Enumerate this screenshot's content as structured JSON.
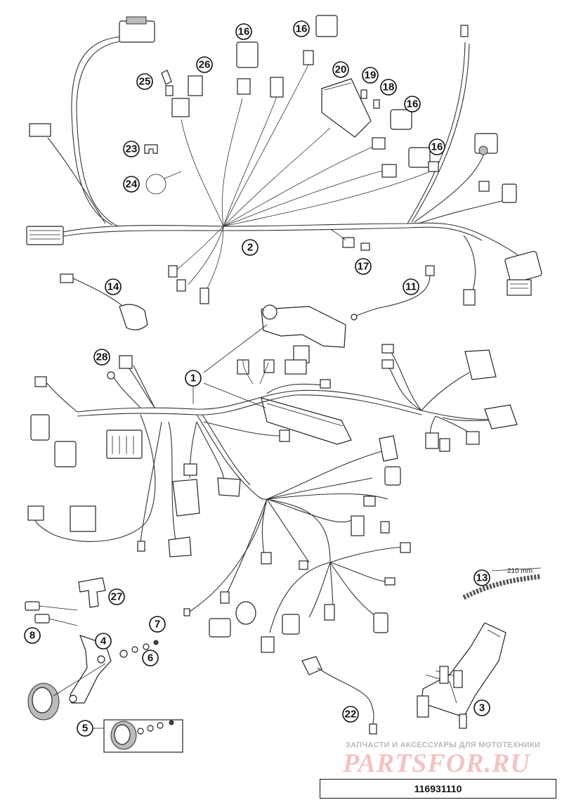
{
  "drawing_number": "116931110",
  "watermark": {
    "caption": "ЗАПЧАСТИ И АКСЕССУАРЫ ДЛЯ МОТОТЕХНИКИ",
    "logo": "PARTSFOR.RU"
  },
  "callouts": [
    "1",
    "2",
    "3",
    "4",
    "5",
    "6",
    "7",
    "8",
    "11",
    "13",
    "14",
    "16",
    "16",
    "16",
    "16",
    "17",
    "18",
    "19",
    "20",
    "22",
    "23",
    "24",
    "25",
    "26",
    "27",
    "28"
  ],
  "dimension_label": "210 mm"
}
